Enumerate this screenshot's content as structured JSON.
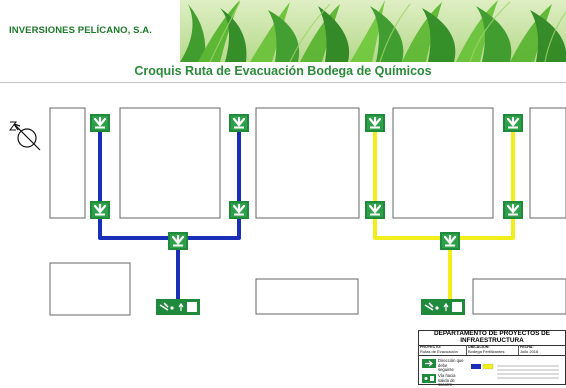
{
  "header": {
    "company": "INVERSIONES PELÍCANO, S.A.",
    "title": "Croquis Ruta de Evacuación Bodega de Químicos"
  },
  "colors": {
    "company_text": "#1d7a2a",
    "title_text": "#2b8b3a",
    "route_left": "#1a2fb8",
    "route_right": "#f2ee1a",
    "exit_sign": "#1f8a3b"
  },
  "icons": [
    "north-arrow-icon",
    "exit-arrow-icon",
    "exit-door-sign-icon"
  ],
  "title_block": {
    "department": "DEPARTAMENTO DE PROYECTOS DE INFRAESTRUCTURA",
    "col1_header": "PROYECTO:",
    "col1_value": "Rutas de Evacuación",
    "col2_header": "UBICACIÓN:",
    "col2_value": "Bodega Fertilizantes",
    "col3_header": "FECHA:",
    "col3_value": "Julio 2016",
    "note1": "Dirección que debe seguirse",
    "note2": "Vía hacia salida de socorro"
  }
}
